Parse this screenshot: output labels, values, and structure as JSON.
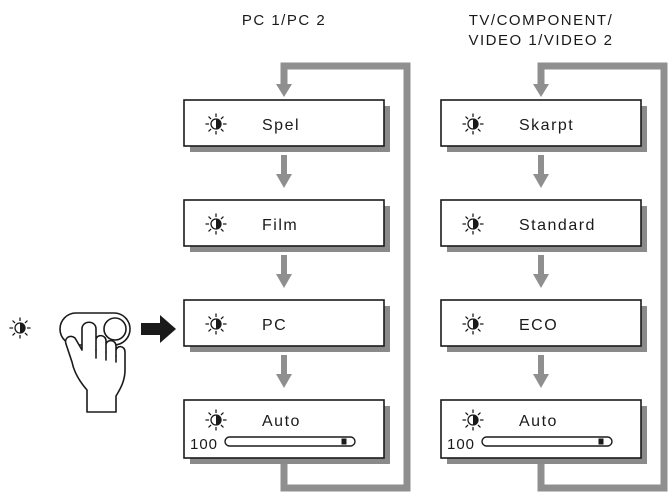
{
  "columns": [
    {
      "title_lines": [
        "PC 1/PC 2"
      ],
      "modes": [
        {
          "label": "Spel",
          "icon": "brightness-icon"
        },
        {
          "label": "Film",
          "icon": "brightness-icon"
        },
        {
          "label": "PC",
          "icon": "brightness-icon"
        },
        {
          "label": "Auto",
          "icon": "brightness-icon",
          "value": "100",
          "level": 0.95
        }
      ]
    },
    {
      "title_lines": [
        "TV/COMPONENT/",
        "VIDEO 1/VIDEO 2"
      ],
      "modes": [
        {
          "label": "Skarpt",
          "icon": "brightness-icon"
        },
        {
          "label": "Standard",
          "icon": "brightness-icon"
        },
        {
          "label": "ECO",
          "icon": "brightness-icon"
        },
        {
          "label": "Auto",
          "icon": "brightness-icon",
          "value": "100",
          "level": 0.95
        }
      ]
    }
  ],
  "control": {
    "button_icon": "brightness-icon",
    "hand_icon": "pointing-hand-icon",
    "arrow_icon": "right-arrow-icon"
  },
  "colors": {
    "ink": "#1a1a1a",
    "loop_gray": "#8f8f8f",
    "shadow_gray": "#8a8a8a"
  }
}
